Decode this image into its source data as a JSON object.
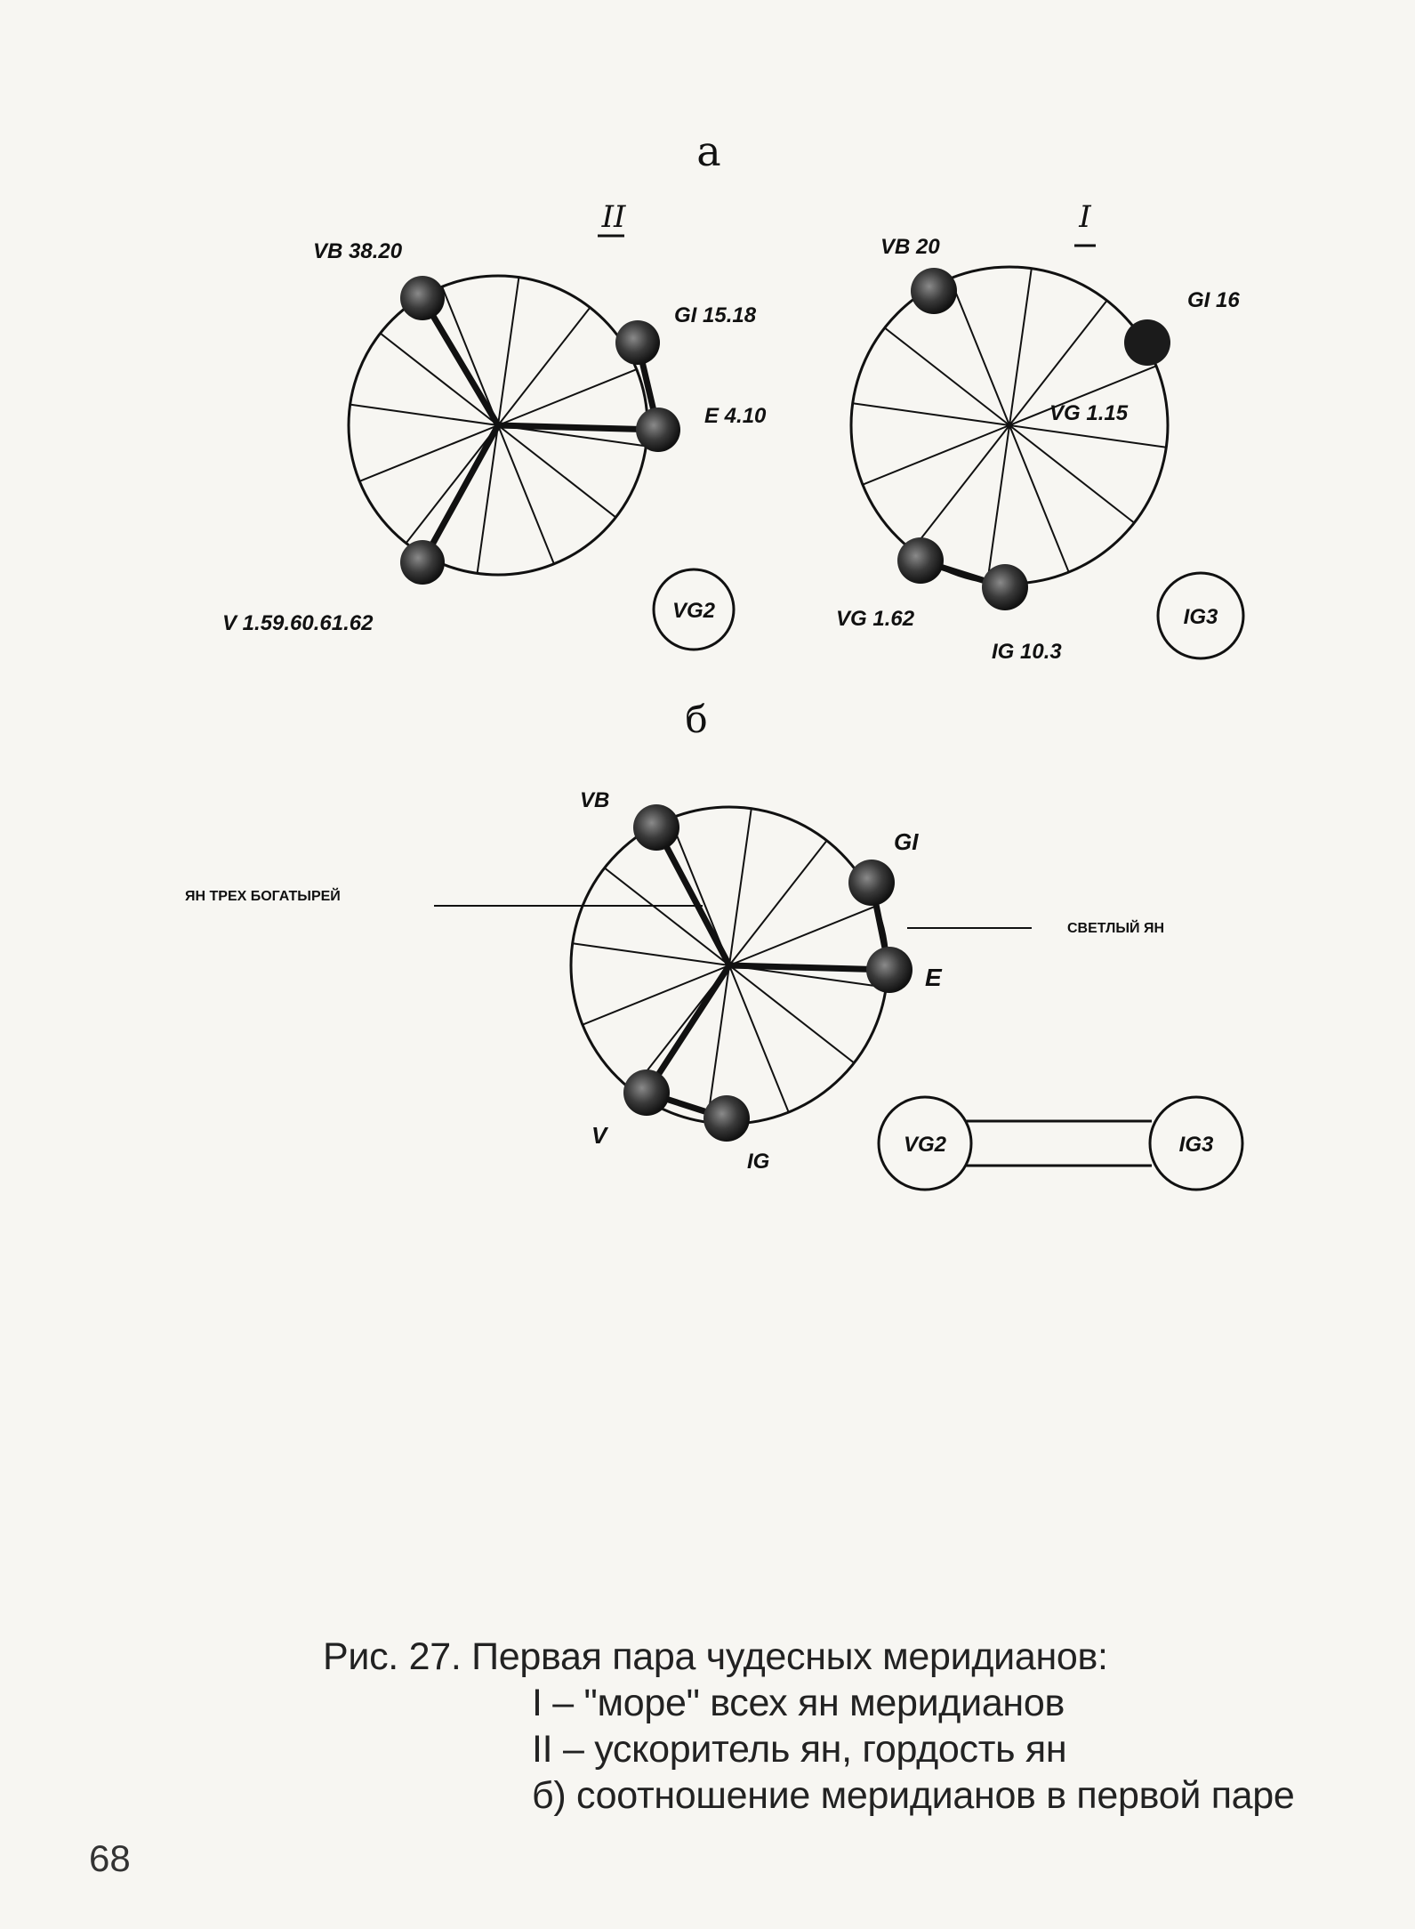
{
  "sections": {
    "a": "а",
    "b": "б"
  },
  "diagram_a_left": {
    "roman": "II",
    "points": [
      "VB 38.20",
      "GI 15.18",
      "E 4.10",
      "V 1.59.60.61.62"
    ],
    "box": "VG2"
  },
  "diagram_a_right": {
    "roman": "I",
    "points": [
      "VB 20",
      "GI 16",
      "VG 1.15",
      "VG 1.62",
      "IG 10.3"
    ],
    "box": "IG3"
  },
  "diagram_b": {
    "points": [
      "VB",
      "GI",
      "E",
      "V",
      "IG"
    ],
    "label_left": "ЯН ТРЕХ БОГАТЫРЕЙ",
    "label_right": "СВЕТЛЫЙ ЯН",
    "boxes": [
      "VG2",
      "IG3"
    ]
  },
  "caption": {
    "line1": "Рис. 27. Первая пара чудесных меридианов:",
    "line2": "I – \"море\" всех ян меридианов",
    "line3": "II – ускоритель ян, гордость ян",
    "line4": "б) соотношение меридианов в первой паре"
  },
  "page_number": "68"
}
